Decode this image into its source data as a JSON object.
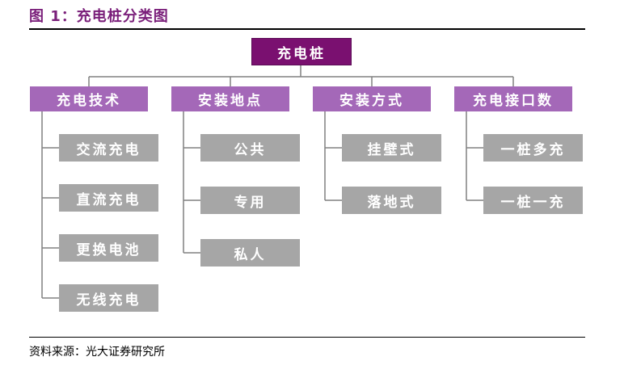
{
  "figure": {
    "title": "图 1：充电桩分类图",
    "root_label": "充电桩",
    "source": "资料来源：光大证券研究所"
  },
  "categories": [
    {
      "label": "充电技术",
      "items": [
        "交流充电",
        "直流充电",
        "更换电池",
        "无线充电"
      ]
    },
    {
      "label": "安装地点",
      "items": [
        "公共",
        "专用",
        "私人"
      ]
    },
    {
      "label": "安装方式",
      "items": [
        "挂壁式",
        "落地式"
      ]
    },
    {
      "label": "充电接口数",
      "items": [
        "一桩多充",
        "一桩一充"
      ]
    }
  ],
  "colors": {
    "root": "#7a1070",
    "category": "#a468b8",
    "leaf": "#a6a6a6",
    "title": "#7a1f7a",
    "connector": "#808080"
  }
}
